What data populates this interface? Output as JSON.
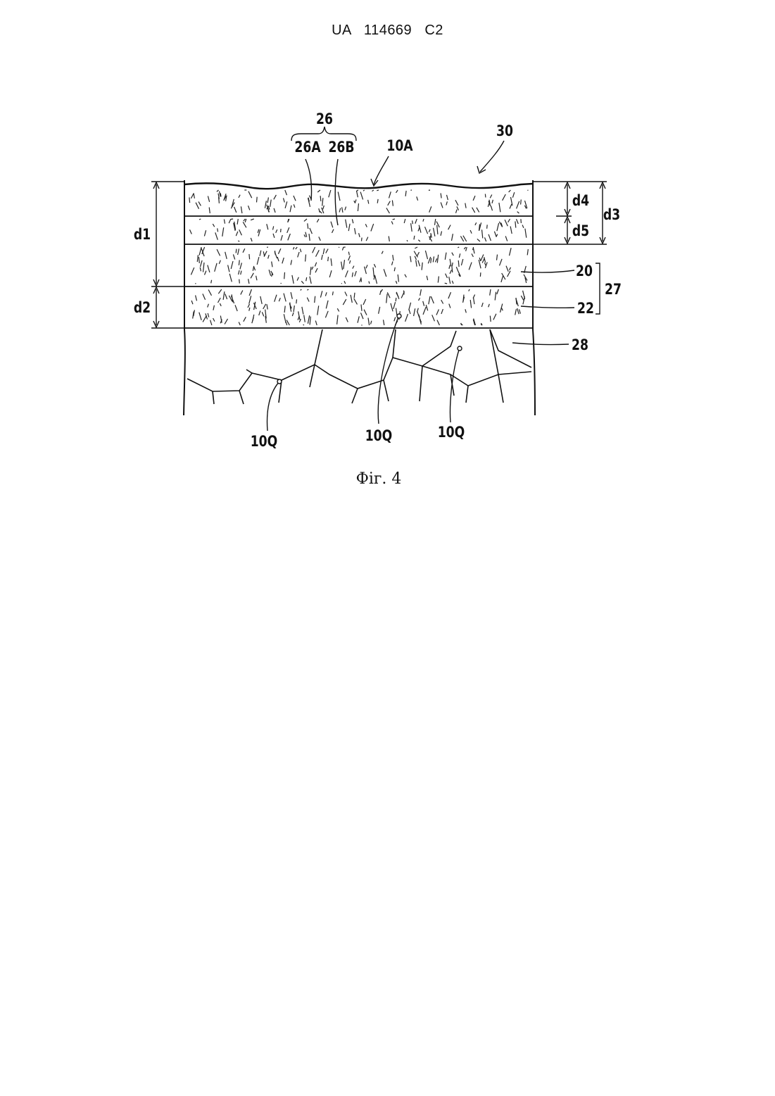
{
  "header": {
    "doc_id": "UA   114669   C2"
  },
  "figure": {
    "caption": "Фіг. 4",
    "labels": {
      "l26": "26",
      "l26A": "26A",
      "l26B": "26B",
      "l10A": "10A",
      "l30": "30",
      "d1": "d1",
      "d2": "d2",
      "d3": "d3",
      "d4": "d4",
      "d5": "d5",
      "l20": "20",
      "l22": "22",
      "l27": "27",
      "l28": "28",
      "q1": "10Q",
      "q2": "10Q",
      "q3": "10Q"
    }
  }
}
